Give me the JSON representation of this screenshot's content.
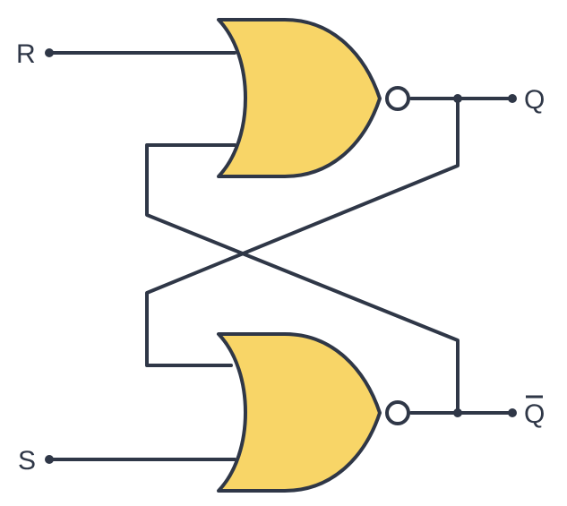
{
  "labels": {
    "r": "R",
    "s": "S",
    "q": "Q",
    "q_bar": "Q"
  },
  "colors": {
    "gate_fill": "#F8D567",
    "line": "#2F3747",
    "background": "#FFFFFF"
  },
  "gates": [
    {
      "type": "NOR"
    },
    {
      "type": "NOR"
    }
  ]
}
